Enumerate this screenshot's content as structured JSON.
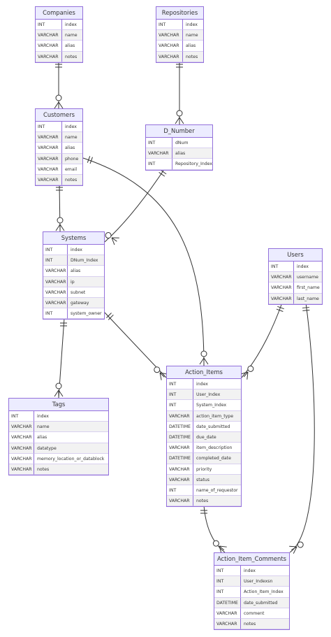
{
  "diagram": {
    "line_color": "#333333",
    "entity_border_color": "#9370db",
    "entity_header_color": "#ececff",
    "entities": [
      {
        "id": "companies",
        "title": "Companies",
        "attributes": [
          {
            "type": "INT",
            "name": "index"
          },
          {
            "type": "VARCHAR",
            "name": "name"
          },
          {
            "type": "VARCHAR",
            "name": "alias"
          },
          {
            "type": "VARCHAR",
            "name": "notes"
          }
        ]
      },
      {
        "id": "repositories",
        "title": "Repositories",
        "attributes": [
          {
            "type": "INT",
            "name": "index"
          },
          {
            "type": "VARCHAR",
            "name": "name"
          },
          {
            "type": "VARCHAR",
            "name": "alias"
          },
          {
            "type": "VARCHAR",
            "name": "notes"
          }
        ]
      },
      {
        "id": "customers",
        "title": "Customers",
        "attributes": [
          {
            "type": "INT",
            "name": "index"
          },
          {
            "type": "VARCHAR",
            "name": "name"
          },
          {
            "type": "VARCHAR",
            "name": "alias"
          },
          {
            "type": "VARCHAR",
            "name": "phone"
          },
          {
            "type": "VARCHAR",
            "name": "email"
          },
          {
            "type": "VARCHAR",
            "name": "notes"
          }
        ]
      },
      {
        "id": "d_number",
        "title": "D_Number",
        "attributes": [
          {
            "type": "INT",
            "name": "dNum"
          },
          {
            "type": "VARCHAR",
            "name": "alias"
          },
          {
            "type": "INT",
            "name": "Repository_Index"
          }
        ]
      },
      {
        "id": "systems",
        "title": "Systems",
        "attributes": [
          {
            "type": "INT",
            "name": "index"
          },
          {
            "type": "INT",
            "name": "DNum_Index"
          },
          {
            "type": "VARCHAR",
            "name": "alias"
          },
          {
            "type": "VARCHAR",
            "name": "ip"
          },
          {
            "type": "VARCHAR",
            "name": "subnet"
          },
          {
            "type": "VARCHAR",
            "name": "gateway"
          },
          {
            "type": "INT",
            "name": "system_owner"
          }
        ]
      },
      {
        "id": "users",
        "title": "Users",
        "attributes": [
          {
            "type": "INT",
            "name": "index"
          },
          {
            "type": "VARCHAR",
            "name": "username"
          },
          {
            "type": "VARCHAR",
            "name": "first_name"
          },
          {
            "type": "VARCHAR",
            "name": "last_name"
          }
        ]
      },
      {
        "id": "tags",
        "title": "Tags",
        "attributes": [
          {
            "type": "INT",
            "name": "index"
          },
          {
            "type": "VARCHAR",
            "name": "name"
          },
          {
            "type": "VARCHAR",
            "name": "alias"
          },
          {
            "type": "VARCHAR",
            "name": "datatype"
          },
          {
            "type": "VARCHAR",
            "name": "memory_location_or_datablock"
          },
          {
            "type": "VARCHAR",
            "name": "notes"
          }
        ]
      },
      {
        "id": "action_items",
        "title": "Action_Items",
        "attributes": [
          {
            "type": "INT",
            "name": "index"
          },
          {
            "type": "INT",
            "name": "User_Index"
          },
          {
            "type": "INT",
            "name": "System_Index"
          },
          {
            "type": "VARCHAR",
            "name": "action_item_type"
          },
          {
            "type": "DATETIME",
            "name": "date_submitted"
          },
          {
            "type": "DATETIME",
            "name": "due_date"
          },
          {
            "type": "VARCHAR",
            "name": "item_description"
          },
          {
            "type": "DATETIME",
            "name": "completed_date"
          },
          {
            "type": "VARCHAR",
            "name": "priority"
          },
          {
            "type": "VARCHAR",
            "name": "status"
          },
          {
            "type": "INT",
            "name": "name_of_requestor"
          },
          {
            "type": "VARCHAR",
            "name": "notes"
          }
        ]
      },
      {
        "id": "action_item_comments",
        "title": "Action_Item_Comments",
        "attributes": [
          {
            "type": "INT",
            "name": "index"
          },
          {
            "type": "INT",
            "name": "User_Indexsn"
          },
          {
            "type": "INT",
            "name": "Action_Item_Index"
          },
          {
            "type": "DATETIME",
            "name": "date_submitted"
          },
          {
            "type": "VARCHAR",
            "name": "comment"
          },
          {
            "type": "VARCHAR",
            "name": "notes"
          }
        ]
      }
    ],
    "relationships": [
      {
        "from": "companies",
        "to": "customers"
      },
      {
        "from": "repositories",
        "to": "d_number"
      },
      {
        "from": "customers",
        "to": "systems"
      },
      {
        "from": "d_number",
        "to": "systems"
      },
      {
        "from": "customers",
        "to": "action_items"
      },
      {
        "from": "systems",
        "to": "tags"
      },
      {
        "from": "systems",
        "to": "action_items"
      },
      {
        "from": "users",
        "to": "action_items"
      },
      {
        "from": "action_items",
        "to": "action_item_comments"
      },
      {
        "from": "users",
        "to": "action_item_comments"
      }
    ]
  }
}
